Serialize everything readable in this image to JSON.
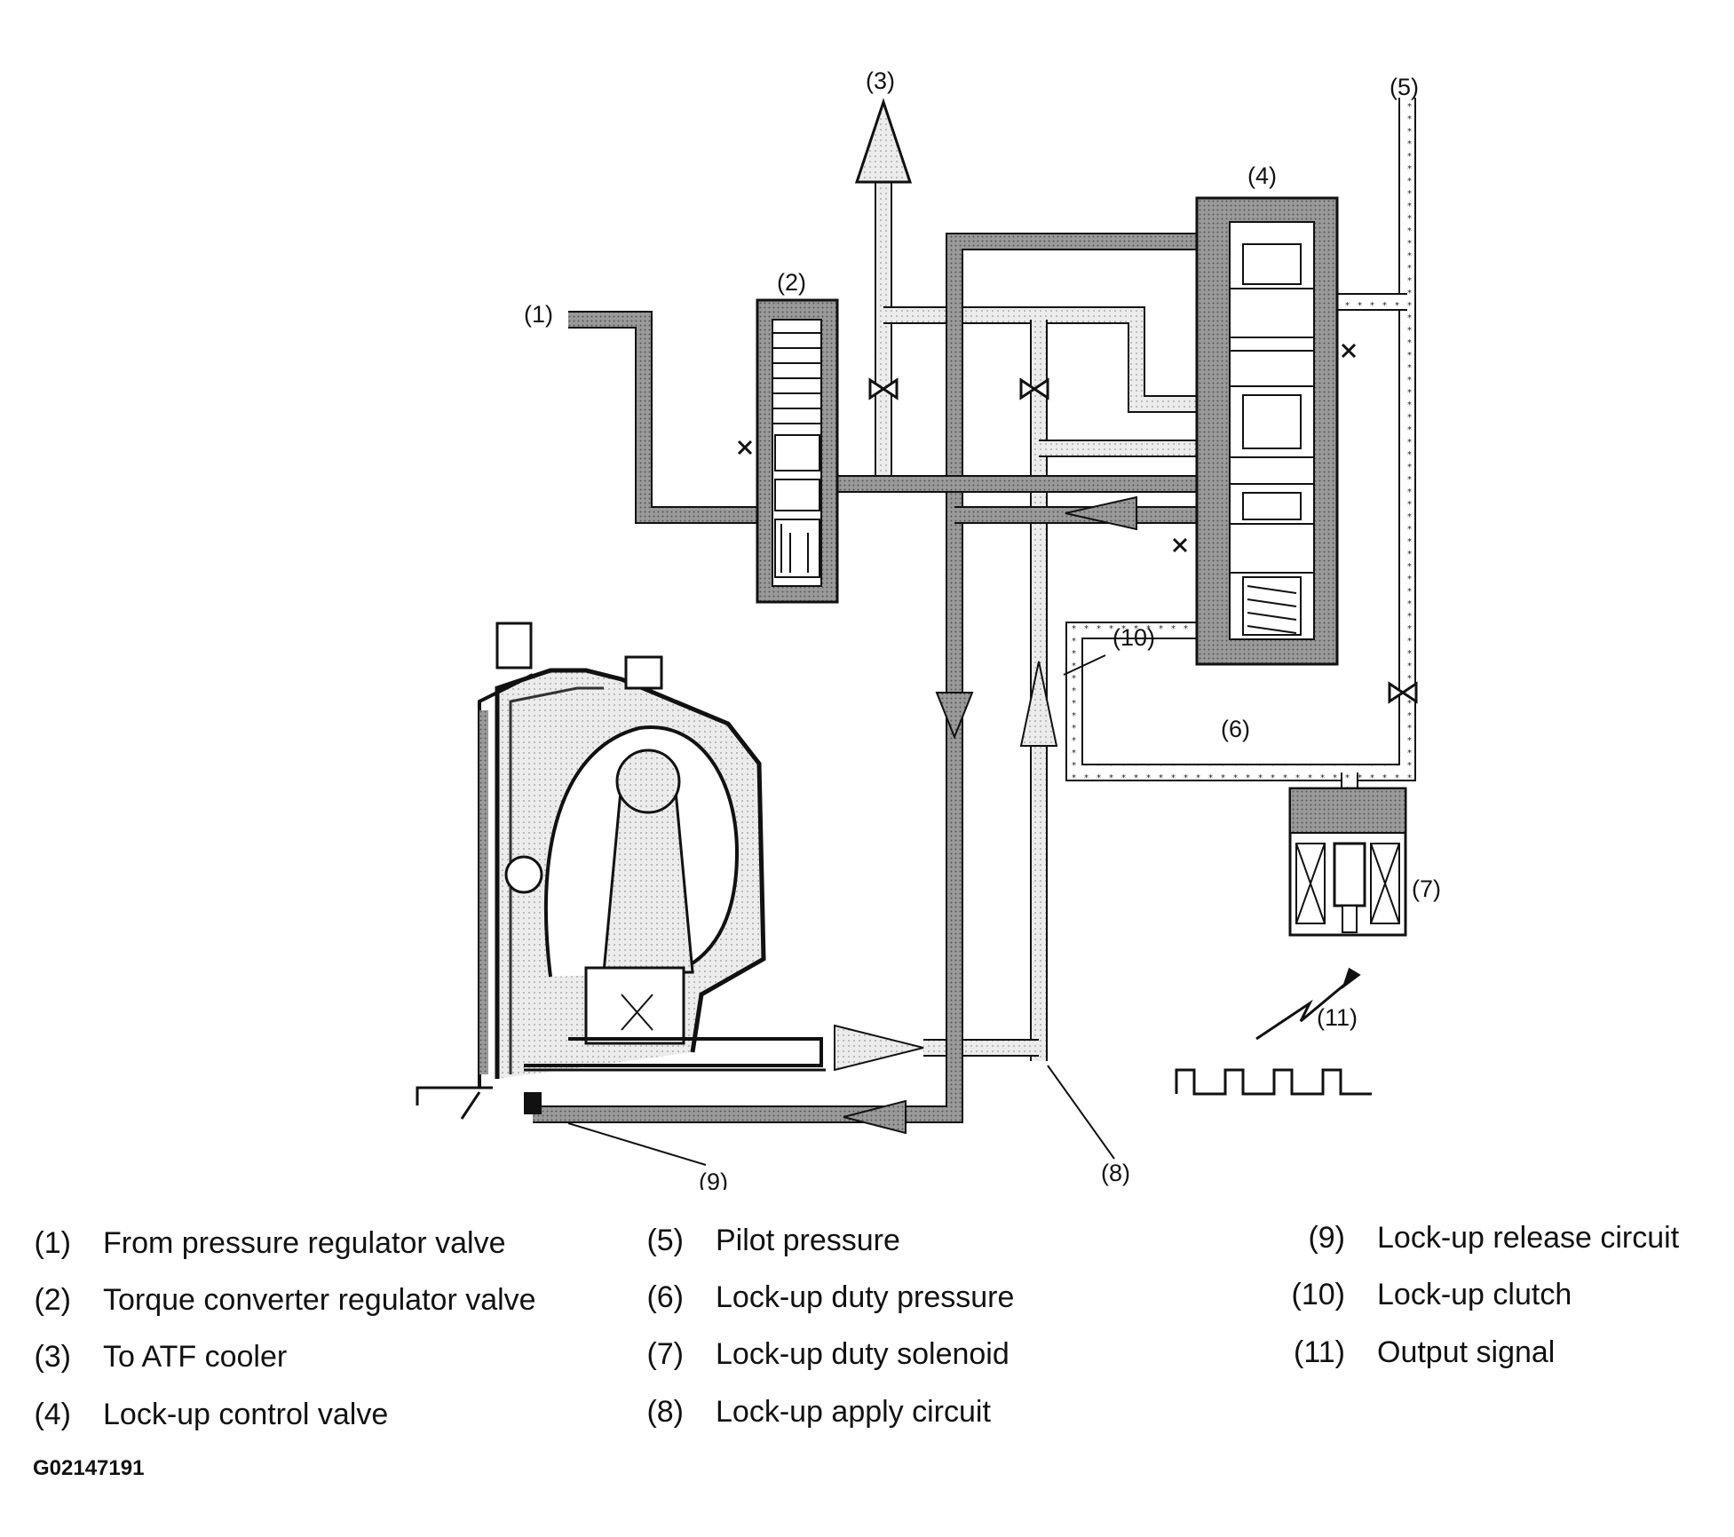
{
  "callouts": [
    "(1)",
    "(2)",
    "(3)",
    "(4)",
    "(5)",
    "(6)",
    "(7)",
    "(8)",
    "(9)",
    "(10)",
    "(11)"
  ],
  "legend": [
    {
      "num": "(1)",
      "text": "From pressure regulator valve"
    },
    {
      "num": "(2)",
      "text": "Torque converter regulator valve"
    },
    {
      "num": "(3)",
      "text": "To ATF cooler"
    },
    {
      "num": "(4)",
      "text": "Lock-up control valve"
    },
    {
      "num": "(5)",
      "text": "Pilot pressure"
    },
    {
      "num": "(6)",
      "text": "Lock-up duty pressure"
    },
    {
      "num": "(7)",
      "text": "Lock-up duty solenoid"
    },
    {
      "num": "(8)",
      "text": "Lock-up apply circuit"
    },
    {
      "num": "(9)",
      "text": "Lock-up release circuit"
    },
    {
      "num": "(10)",
      "text": "Lock-up clutch"
    },
    {
      "num": "(11)",
      "text": "Output signal"
    }
  ],
  "drawing_id": "G02147191",
  "colors": {
    "line": "#111111",
    "dark_fill": "#8c8c8c",
    "light_fill": "#e4e4e4",
    "pilot_fill": "#ffffff"
  },
  "icons": [
    "orifice-icon",
    "drain-x-icon",
    "signal-bolt-icon",
    "square-wave-icon"
  ]
}
